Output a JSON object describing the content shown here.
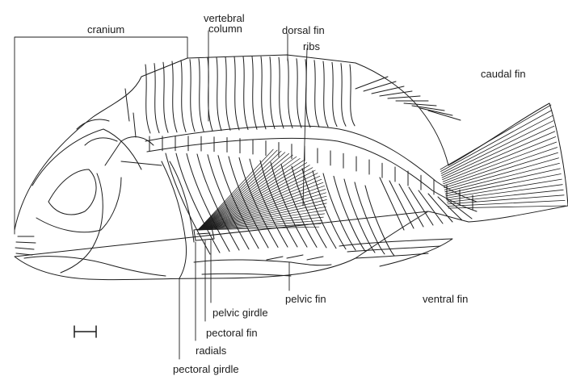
{
  "labels": {
    "cranium": "cranium",
    "vertebral_column_1": "vertebral",
    "vertebral_column_2": "column",
    "dorsal_fin": "dorsal fin",
    "ribs": "ribs",
    "caudal_fin": "caudal fin",
    "pelvic_fin": "pelvic fin",
    "ventral_fin": "ventral fin",
    "pelvic_girdle": "pelvic girdle",
    "pectoral_fin": "pectoral fin",
    "radials": "radials",
    "pectoral_girdle": "pectoral girdle"
  },
  "colors": {
    "ink": "#1c1c1c",
    "background": "#ffffff"
  },
  "icons": {
    "scale_bar": "scale-bar-icon"
  }
}
